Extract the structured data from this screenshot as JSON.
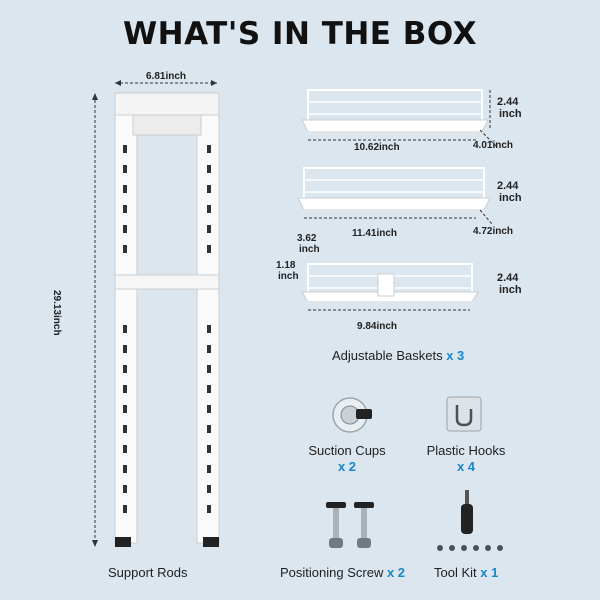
{
  "title": "WHAT'S IN THE BOX",
  "colors": {
    "background": "#dbe6ef",
    "accent": "#1a86c9",
    "text": "#222222"
  },
  "support_rods": {
    "width_dim": "6.81inch",
    "height_dim": "29.13inch",
    "label": "Support Rods"
  },
  "baskets": {
    "top": {
      "width": "10.62inch",
      "depth": "4.01inch",
      "height_line1": "2.44",
      "height_line2": "inch"
    },
    "middle": {
      "width": "11.41inch",
      "depth": "4.72inch",
      "height_line1": "2.44",
      "height_line2": "inch"
    },
    "bottom": {
      "width": "9.84inch",
      "small_w_line1": "3.62",
      "small_w_line2": "inch",
      "small_h_line1": "1.18",
      "small_h_line2": "inch",
      "height_line1": "2.44",
      "height_line2": "inch"
    },
    "label": "Adjustable Baskets",
    "qty": "x 3"
  },
  "suction_cups": {
    "label": "Suction Cups",
    "qty": "x 2"
  },
  "plastic_hooks": {
    "label": "Plastic Hooks",
    "qty": "x 4"
  },
  "positioning_screw": {
    "label": "Positioning Screw",
    "qty": "x 2"
  },
  "tool_kit": {
    "label": "Tool Kit",
    "qty": "x 1"
  }
}
